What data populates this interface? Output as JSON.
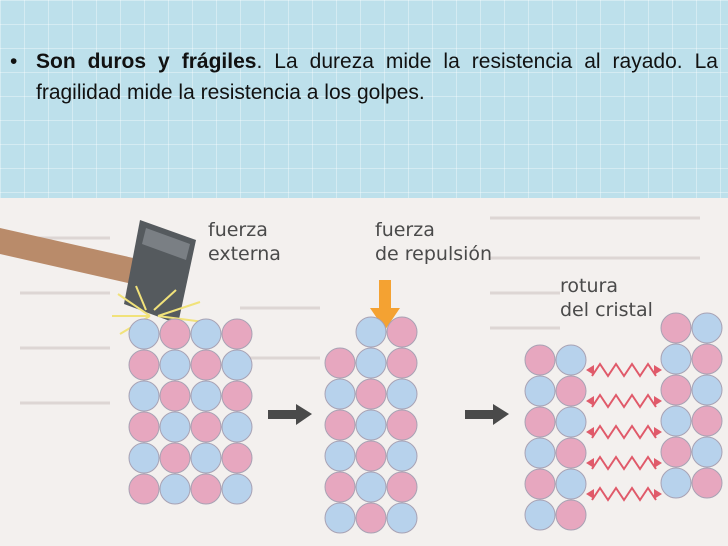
{
  "slide": {
    "bullet_symbol": "•",
    "bold_lead": "Son duros y frágiles",
    "rest_text": ". La dureza mide la resistencia al rayado. La fragilidad mide la resistencia a los golpes."
  },
  "figure": {
    "stage1": {
      "label_line1": "fuerza",
      "label_line2": "externa"
    },
    "stage2": {
      "label_line1": "fuerza",
      "label_line2": "de repulsión"
    },
    "stage3": {
      "label_line1": "rotura",
      "label_line2": "del cristal"
    },
    "colors": {
      "pink": "#e7a7bf",
      "blue": "#b7d2ec",
      "arrow_gray": "#4a4a4a",
      "force_orange": "#f4a232",
      "zigzag_red": "#e05a6a"
    }
  }
}
